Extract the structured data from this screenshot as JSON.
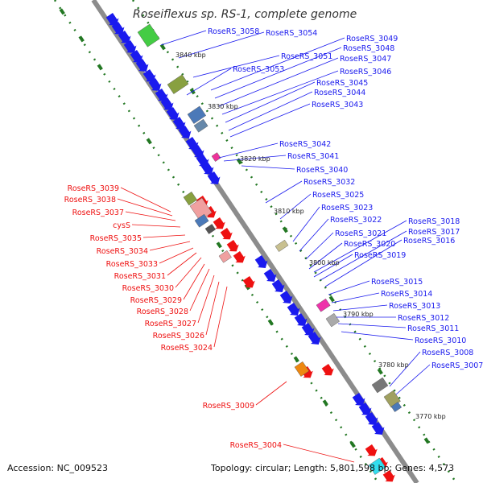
{
  "title": "Roseiflexus sp. RS-1, complete genome",
  "footer": {
    "accession": "Accession: NC_009523",
    "summary": "Topology: circular; Length: 5,801,598 bp; Genes: 4,573"
  },
  "colors": {
    "backbone": "#8c8c8c",
    "forward": "#1a1aee",
    "reverse": "#ee1111",
    "tick": "#227722"
  },
  "scale_marks": [
    "3840 kbp",
    "3830 kbp",
    "3820 kbp",
    "3810 kbp",
    "3800 kbp",
    "3790 kbp",
    "3780 kbp",
    "3770 kbp"
  ],
  "forward_labels": [
    "RoseRS_3058",
    "RoseRS_3054",
    "RoseRS_3049",
    "RoseRS_3048",
    "RoseRS_3051",
    "RoseRS_3047",
    "RoseRS_3053",
    "RoseRS_3046",
    "RoseRS_3045",
    "RoseRS_3044",
    "RoseRS_3043",
    "RoseRS_3042",
    "RoseRS_3041",
    "RoseRS_3040",
    "RoseRS_3032",
    "RoseRS_3025",
    "RoseRS_3023",
    "RoseRS_3022",
    "RoseRS_3018",
    "RoseRS_3021",
    "RoseRS_3017",
    "RoseRS_3020",
    "RoseRS_3016",
    "RoseRS_3019",
    "RoseRS_3015",
    "RoseRS_3014",
    "RoseRS_3013",
    "RoseRS_3012",
    "RoseRS_3011",
    "RoseRS_3010",
    "RoseRS_3008",
    "RoseRS_3007"
  ],
  "reverse_labels": [
    "RoseRS_3039",
    "RoseRS_3038",
    "RoseRS_3037",
    "cysS",
    "RoseRS_3035",
    "RoseRS_3034",
    "RoseRS_3033",
    "RoseRS_3031",
    "RoseRS_3030",
    "RoseRS_3029",
    "RoseRS_3028",
    "RoseRS_3027",
    "RoseRS_3026",
    "RoseRS_3024",
    "RoseRS_3009",
    "RoseRS_3004"
  ]
}
